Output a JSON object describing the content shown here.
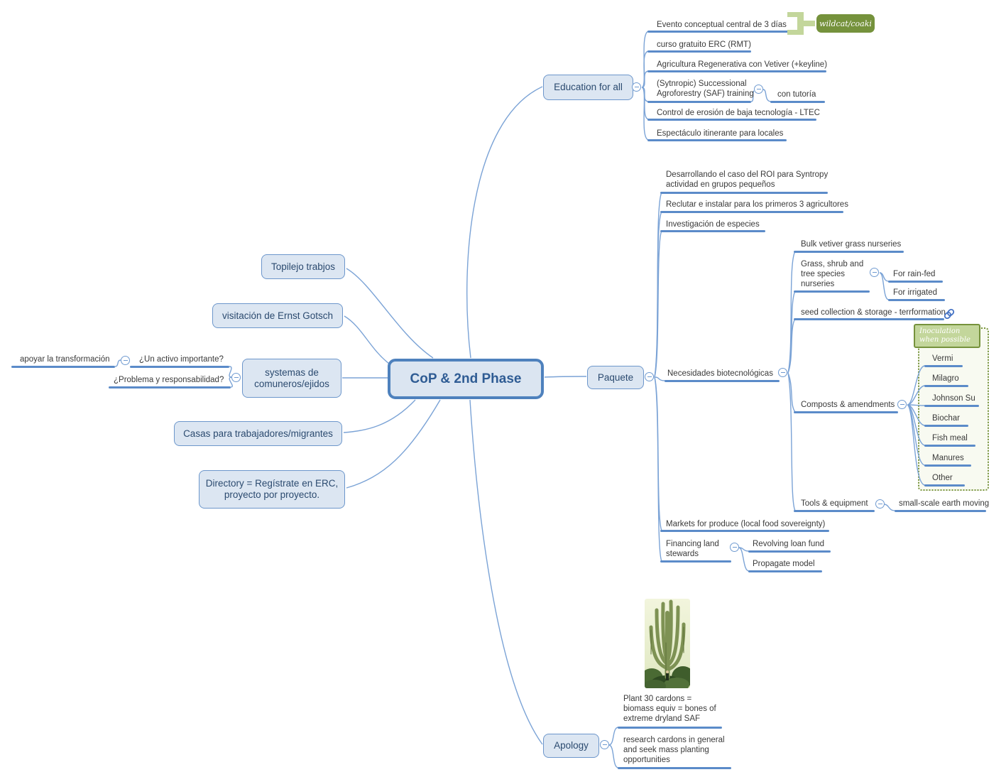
{
  "colors": {
    "accent_blue": "#5b8bc9",
    "connector_blue": "#7ba3d6",
    "node_fill": "#dce6f2",
    "node_border": "#6c96cb",
    "root_border": "#4e81bd",
    "node_text": "#2b4a6f",
    "label_text": "#3a3a3a",
    "olive_dark": "#75923c",
    "olive_light": "#c3d69b"
  },
  "root": {
    "label": "CoP & 2nd Phase"
  },
  "left_branch": {
    "topilejo": "Topilejo trabjos",
    "visitacion": "visitación de Ernst Gotsch",
    "systemas": "systemas de comuneros/ejidos",
    "activo": "¿Un activo importante?",
    "problema": "¿Problema y responsabilidad?",
    "apoyar": "apoyar la transformación",
    "casas": "Casas para trabajadores/migrantes",
    "directory": "Directory = Regístrate en ERC,\nproyecto por proyecto."
  },
  "education": {
    "label": "Education for all",
    "badge": "wildcat/coaki",
    "items": [
      "Evento conceptual central de 3 días",
      "curso gratuito ERC (RMT)",
      "Agricultura Regenerativa con Vetiver (+keyline)",
      "(Sytnropic) Successional\nAgroforestry (SAF) training",
      "Control de erosión de baja tecnología - LTEC",
      "Espectáculo itinerante para locales"
    ],
    "tutoria": "con tutoría"
  },
  "paquete": {
    "label": "Paquete",
    "roi": "Desarrollando el caso del ROI para Syntropy\nactividad en grupos pequeños",
    "reclutar": "Reclutar e instalar para los primeros 3 agricultores",
    "investigacion": "Investigación de especies",
    "necesidades": {
      "label": "Necesidades biotecnológicas",
      "bulk": "Bulk vetiver grass nurseries",
      "grass": "Grass, shrub and\ntree species\nnurseries",
      "rainfed": "For rain-fed",
      "irrigated": "For irrigated",
      "seed": "seed collection & storage - terrformation",
      "composts": {
        "label": "Composts & amendments",
        "badge": "Inoculation when possible",
        "items": [
          "Vermi",
          "Milagro",
          "Johnson Su",
          "Biochar",
          "Fish meal",
          "Manures",
          "Other"
        ]
      },
      "tools": {
        "label": "Tools & equipment",
        "earth": "small-scale earth moving"
      }
    },
    "markets": "Markets for produce (local food sovereignty)",
    "financing": {
      "label": "Financing land\nstewards",
      "revolving": "Revolving loan fund",
      "propagate": "Propagate model"
    }
  },
  "apology": {
    "label": "Apology",
    "plant": "Plant 30 cardons =\nbiomass equiv = bones of\nextreme dryland SAF",
    "research": "research cardons in general\nand seek mass planting\nopportunities",
    "image": "cardon-cactus-photo"
  }
}
